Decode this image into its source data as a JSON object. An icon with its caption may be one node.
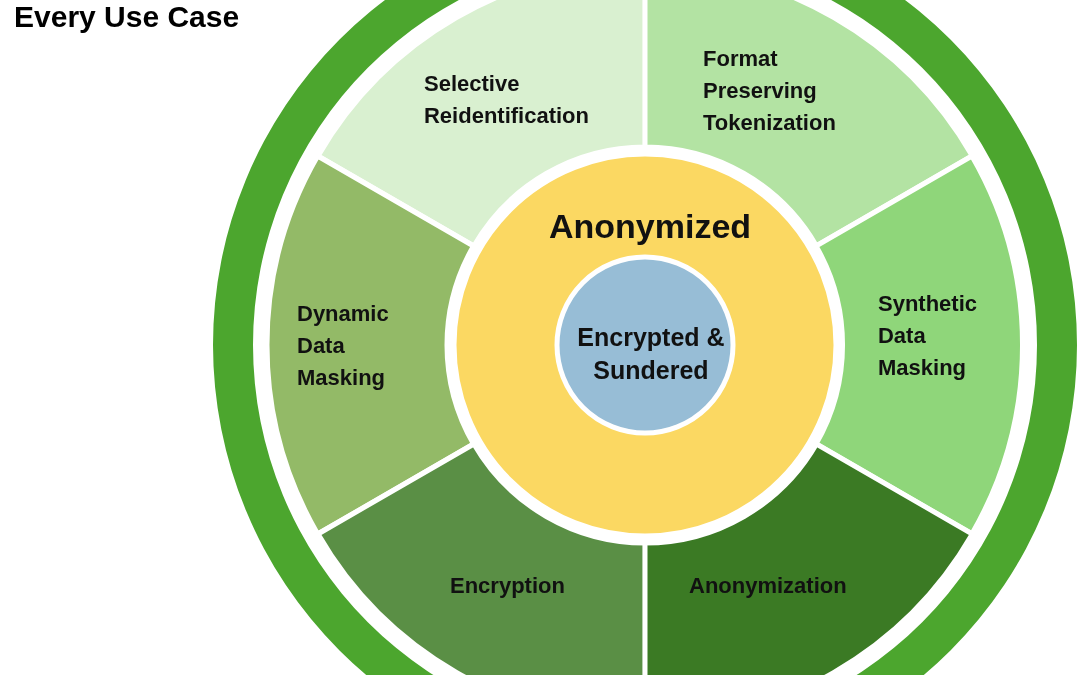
{
  "diagram": {
    "title": "Every Use Case",
    "nodes": [
      {
        "text": [
          "Selective Reidentification"
        ]
      },
      {
        "text": [
          "Format Preserving Tokenization"
        ]
      },
      {
        "text": [
          "Anonymized"
        ]
      },
      {
        "text": [
          "Encrypted & Sundered"
        ],
        "in": 2
      },
      {
        "text": [
          "Dynamic Data Masking"
        ]
      },
      {
        "text": [
          "Synthetic Data Masking"
        ]
      },
      {
        "text": [
          "Encryption"
        ]
      },
      {
        "text": [
          "Anonymization"
        ]
      }
    ]
  }
}
